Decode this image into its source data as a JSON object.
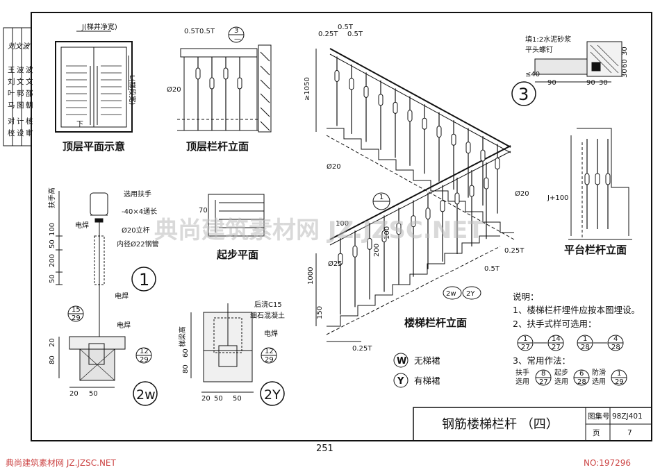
{
  "side_block": {
    "row1": [
      "校",
      "对",
      "马",
      "叶",
      "刘",
      "王"
    ],
    "row2": [
      "设",
      "计",
      "图",
      "郭",
      "文",
      "波"
    ],
    "row3": [
      "审",
      "核",
      "朝",
      "邵",
      "文",
      "波"
    ],
    "signature": "刘文波"
  },
  "views": {
    "top_plan": {
      "title": "顶层平面示意",
      "j_label": "J(梯井净宽)",
      "wl_label": "L(梯段宽)",
      "down_label": "下"
    },
    "top_rail": {
      "title": "顶层栏杆立面",
      "d1": "0.5T",
      "d2": "0.5T",
      "rod": "Ø20",
      "callout_num": "3",
      "callout_ref": "—"
    },
    "start_plan": {
      "title": "起步平面",
      "d70": "70"
    },
    "stair_rail": {
      "title": "楼梯栏杆立面",
      "h1050": "≥1050",
      "d025t_a": "0.25T",
      "d05t_a": "0.5T",
      "d05t_b": "0.5T",
      "rod_a": "Ø20",
      "rod_b": "Ø20",
      "rod_c": "Ø25",
      "h1000": "1000",
      "d100": "100",
      "d200": "200",
      "d100b": "100",
      "d150": "150",
      "d025t_b": "0.25T",
      "d025t_c": "0.25T",
      "d05t_c": "0.5T",
      "tag_w": "2w",
      "tag_y": "2Y",
      "callout1": "1"
    },
    "platform_rail": {
      "title": "平台栏杆立面",
      "jlabel": "J+100"
    },
    "detail3": {
      "num": "3",
      "l1": "填1:2水泥砂浆",
      "l2": "平头螺钉",
      "d40": "≤40",
      "d90a": "90",
      "d90b": "90",
      "d30a": "30",
      "d30b": "30",
      "d60": "60",
      "d30c": "30"
    },
    "detail1": {
      "num": "1",
      "l_handrail": "选用扶手",
      "l_flat": "-40×4通长",
      "l_weld": "电焊",
      "l_rod": "Ø20立杆",
      "l_pipe": "内径Ø22钢管",
      "l_weld2": "电焊",
      "dim_top": "扶手高",
      "d100": "100",
      "d50": "50",
      "d200": "200",
      "d50b": "50"
    },
    "detail2w": {
      "num": "2w",
      "l_weld": "电焊",
      "ref_a_top": "15",
      "ref_a_bot": "29",
      "ref_b_top": "12",
      "ref_b_bot": "29",
      "d20": "20",
      "d80": "80",
      "d20b": "20",
      "d50": "50"
    },
    "detail2y": {
      "num": "2Y",
      "l_c15": "后浇C15",
      "l_conc": "细石混凝土",
      "l_weld": "电焊",
      "l_side": "梯梁高",
      "ref_top": "12",
      "ref_bot": "29",
      "d60": "60",
      "d80": "80",
      "d20": "20",
      "d50a": "50",
      "d50b": "50"
    }
  },
  "legend": [
    {
      "sym": "W",
      "label": "无梯裙"
    },
    {
      "sym": "Y",
      "label": "有梯裙"
    }
  ],
  "notes": {
    "heading": "说明：",
    "n1": "1、楼梯栏杆埋件应按本图埋设。",
    "n2": "2、扶手式样可选用：",
    "n3": "3、常用作法：",
    "ref_pairs_2": [
      [
        "1",
        "27"
      ],
      [
        "14",
        "27"
      ],
      [
        "1",
        "28"
      ],
      [
        "4",
        "28"
      ]
    ],
    "use3": [
      {
        "label_a": "扶手",
        "label_b": "选用",
        "top": "8",
        "bot": "27"
      },
      {
        "label_a": "起步",
        "label_b": "选用",
        "top": "6",
        "bot": "28"
      },
      {
        "label_a": "防滑",
        "label_b": "选用",
        "top": "1",
        "bot": "29"
      }
    ]
  },
  "title_block": {
    "title": "钢筋楼梯栏杆  （四）",
    "atlas_label": "图集号",
    "atlas_value": "98ZJ401",
    "page_label": "页",
    "page_value": "7"
  },
  "page_number": "251",
  "watermark_center": "典尚建筑素材网 JZ.JZSC.NET",
  "footer": {
    "left": "典尚建筑素材网 JZ.JZSC.NET",
    "right": "NO:197296"
  }
}
